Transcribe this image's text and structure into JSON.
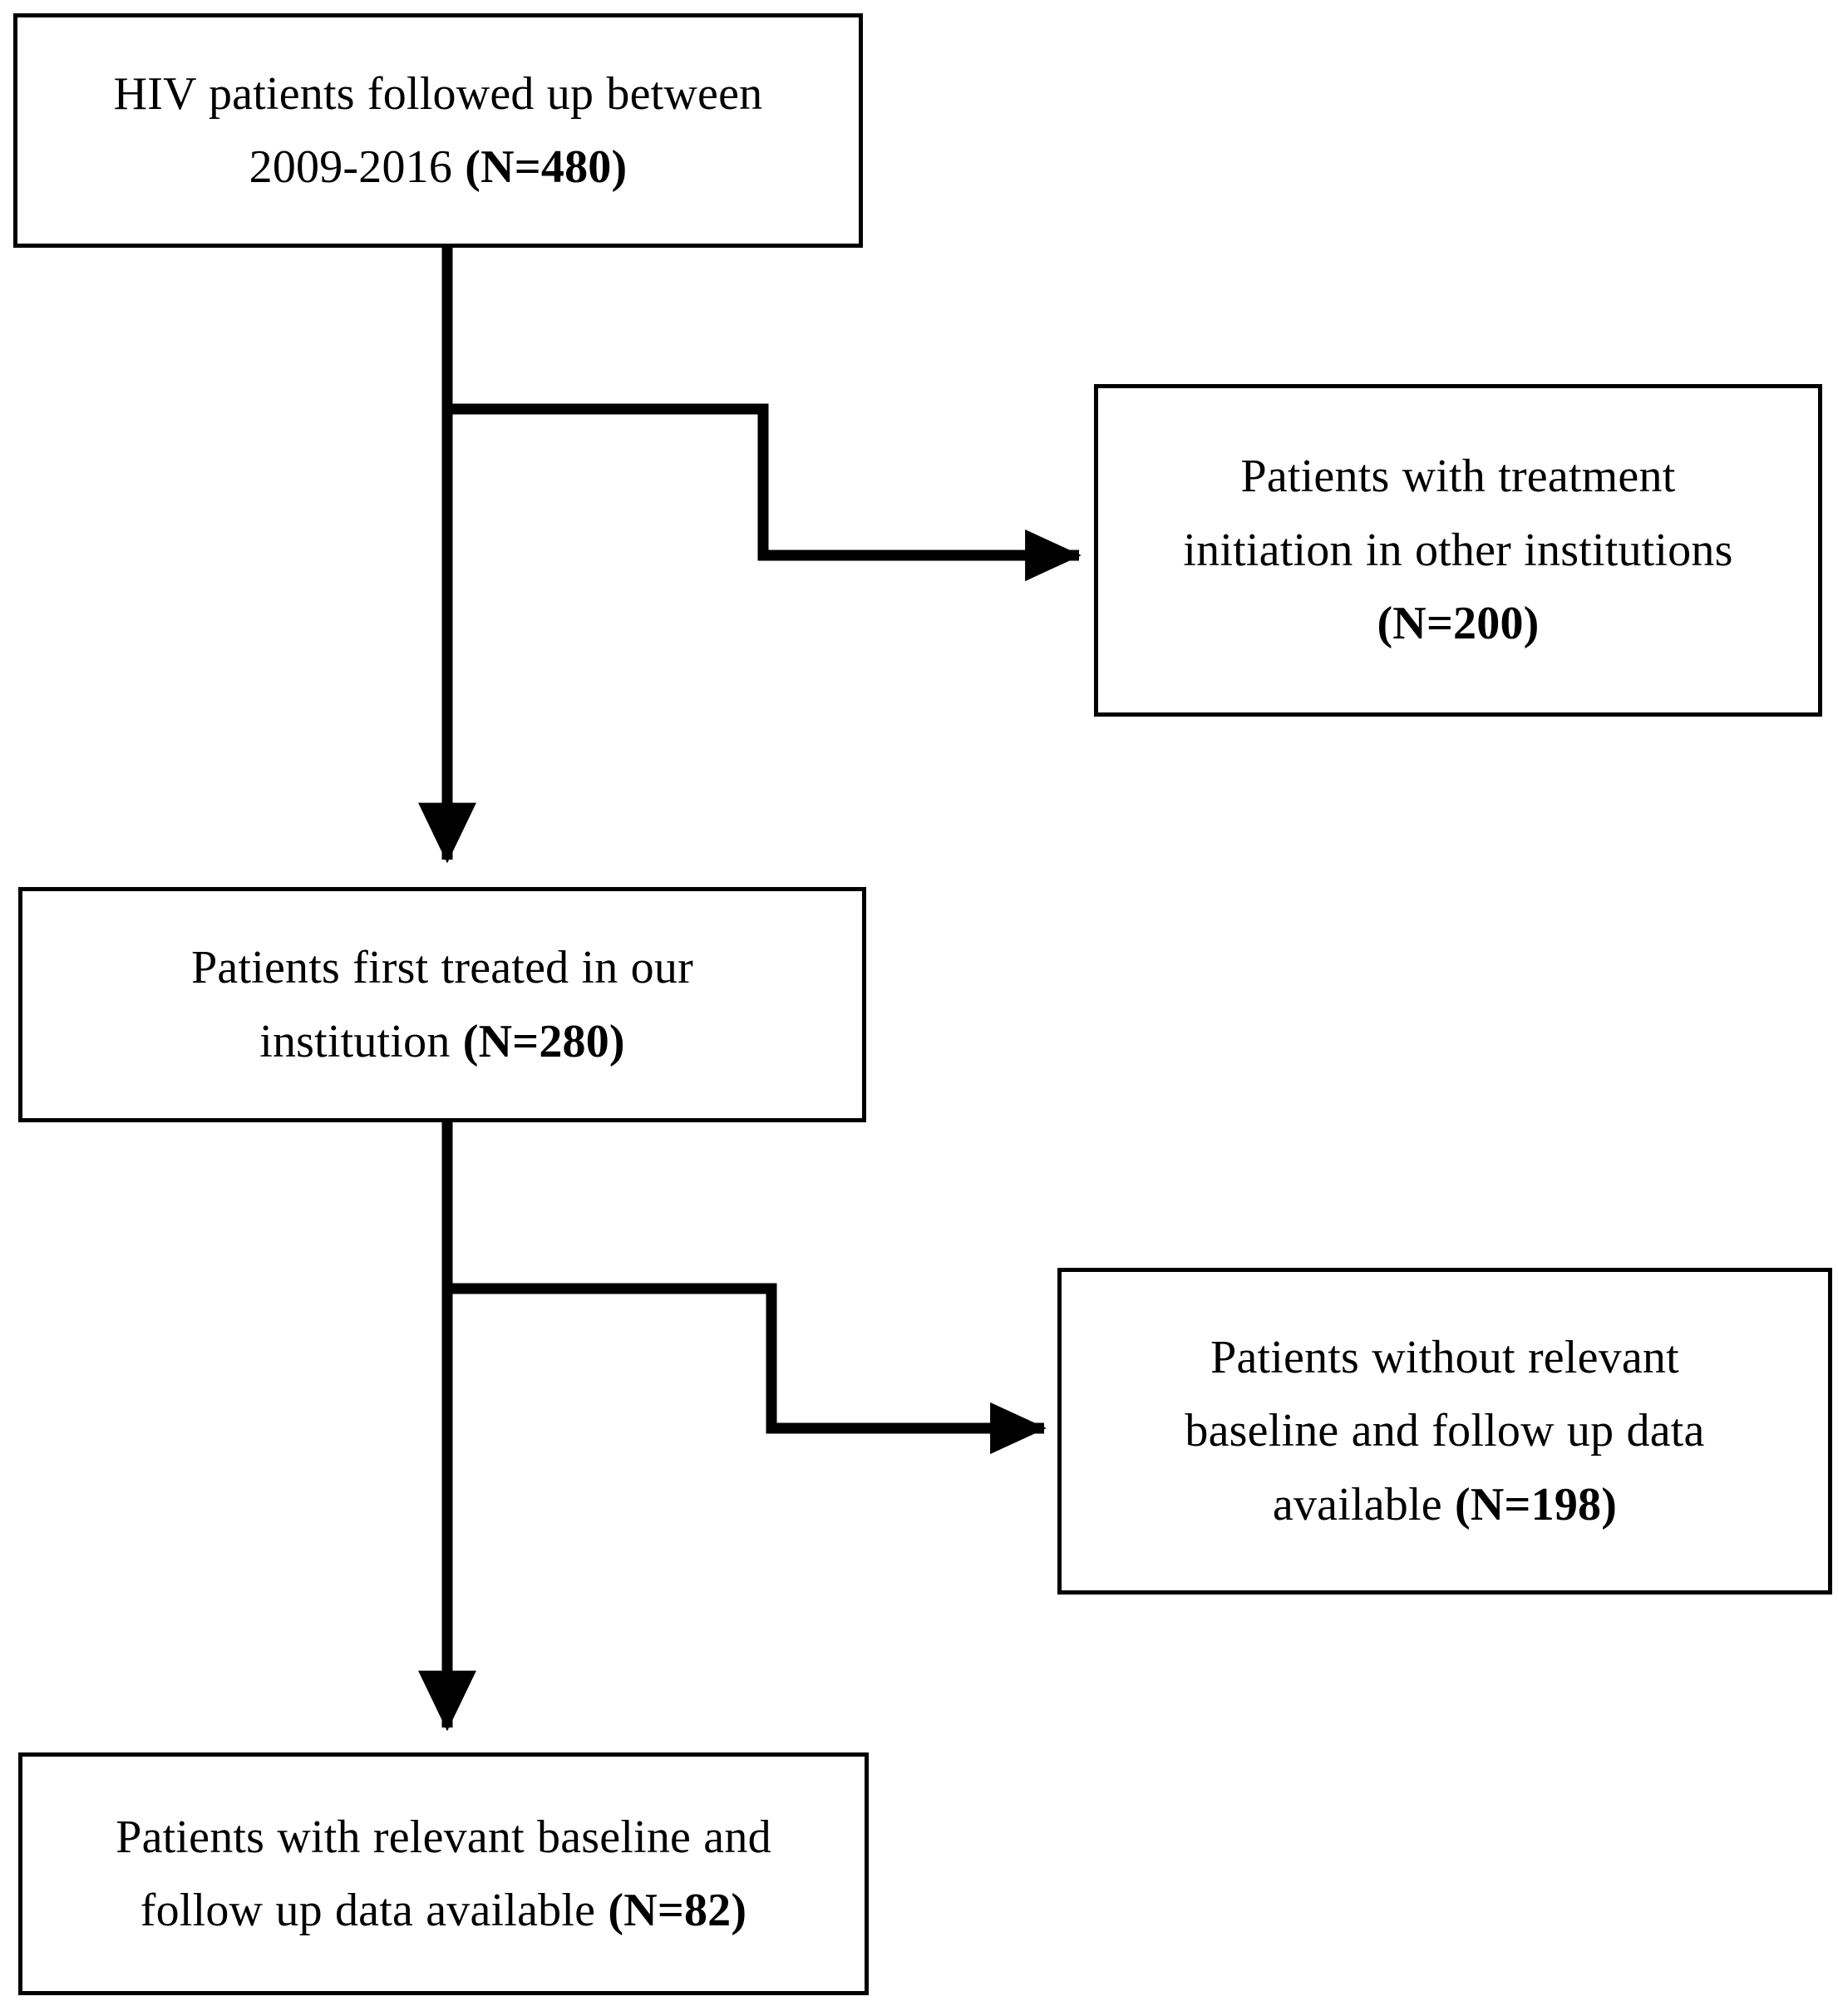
{
  "figure": {
    "type": "flowchart",
    "orientation": "top-to-bottom with right-side exclusion branches",
    "background_color": "#ffffff",
    "line_color": "#000000",
    "text_color": "#000000"
  },
  "nodes": [
    {
      "id": "enrolled",
      "role": "source-population",
      "line1": "HIV patients followed up between",
      "line2_prefix": "2009-2016 ",
      "line2_count": "(N=480)",
      "count_label": "N=480",
      "count_value": 480
    },
    {
      "id": "excluded-1",
      "role": "exclusion",
      "line1": "Patients with treatment",
      "line2": "initiation in other institutions",
      "line3_count": "(N=200)",
      "count_label": "N=200",
      "count_value": 200
    },
    {
      "id": "first-treated",
      "role": "intermediate-population",
      "line1": "Patients first treated in our",
      "line2_prefix": "institution ",
      "line2_count": "(N=280)",
      "count_label": "N=280",
      "count_value": 280
    },
    {
      "id": "excluded-2",
      "role": "exclusion",
      "line1": "Patients without relevant",
      "line2": "baseline and follow up data",
      "line3_prefix": "available ",
      "line3_count": "(N=198)",
      "count_label": "N=198",
      "count_value": 198
    },
    {
      "id": "final",
      "role": "analysed-population",
      "line1": "Patients with relevant baseline and",
      "line2_prefix": "follow up data available ",
      "line2_count": "(N=82)",
      "count_label": "N=82",
      "count_value": 82
    }
  ],
  "edges": [
    {
      "id": "enrolled-to-first-treated",
      "from": "enrolled",
      "to": "first-treated",
      "style": "straight-down-arrow"
    },
    {
      "id": "enrolled-to-excluded-1",
      "from": "enrolled",
      "to": "excluded-1",
      "style": "stepped-right-arrow"
    },
    {
      "id": "first-treated-to-final",
      "from": "first-treated",
      "to": "final",
      "style": "straight-down-arrow"
    },
    {
      "id": "first-treated-to-excluded-2",
      "from": "first-treated",
      "to": "excluded-2",
      "style": "stepped-right-arrow"
    }
  ]
}
